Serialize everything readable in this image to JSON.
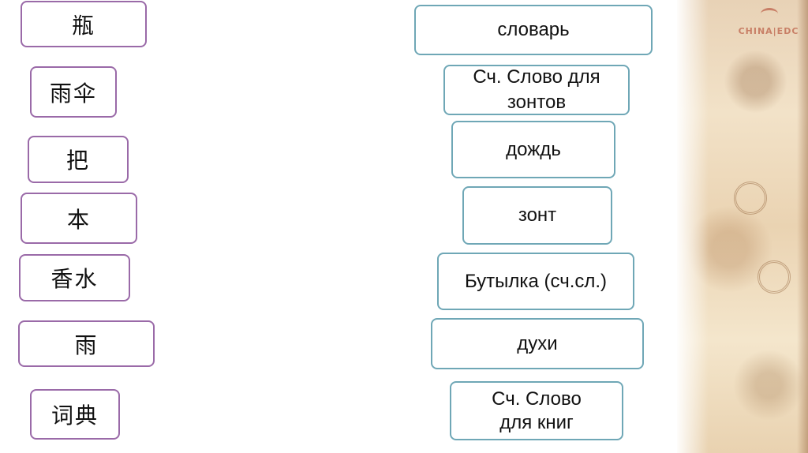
{
  "branding": {
    "logo_text": "CHINA|EDC"
  },
  "chinese_words": [
    "瓶",
    "雨伞",
    "把",
    "本",
    "香水",
    "雨",
    "词典"
  ],
  "russian_words": [
    "словарь",
    "Сч. Слово для зонтов",
    "дождь",
    "зонт",
    "Бутылка (сч.сл.)",
    "духи",
    "Сч. Слово для книг"
  ],
  "colors": {
    "chinese_border": "#9a6aa8",
    "russian_border": "#6fa7b6"
  }
}
